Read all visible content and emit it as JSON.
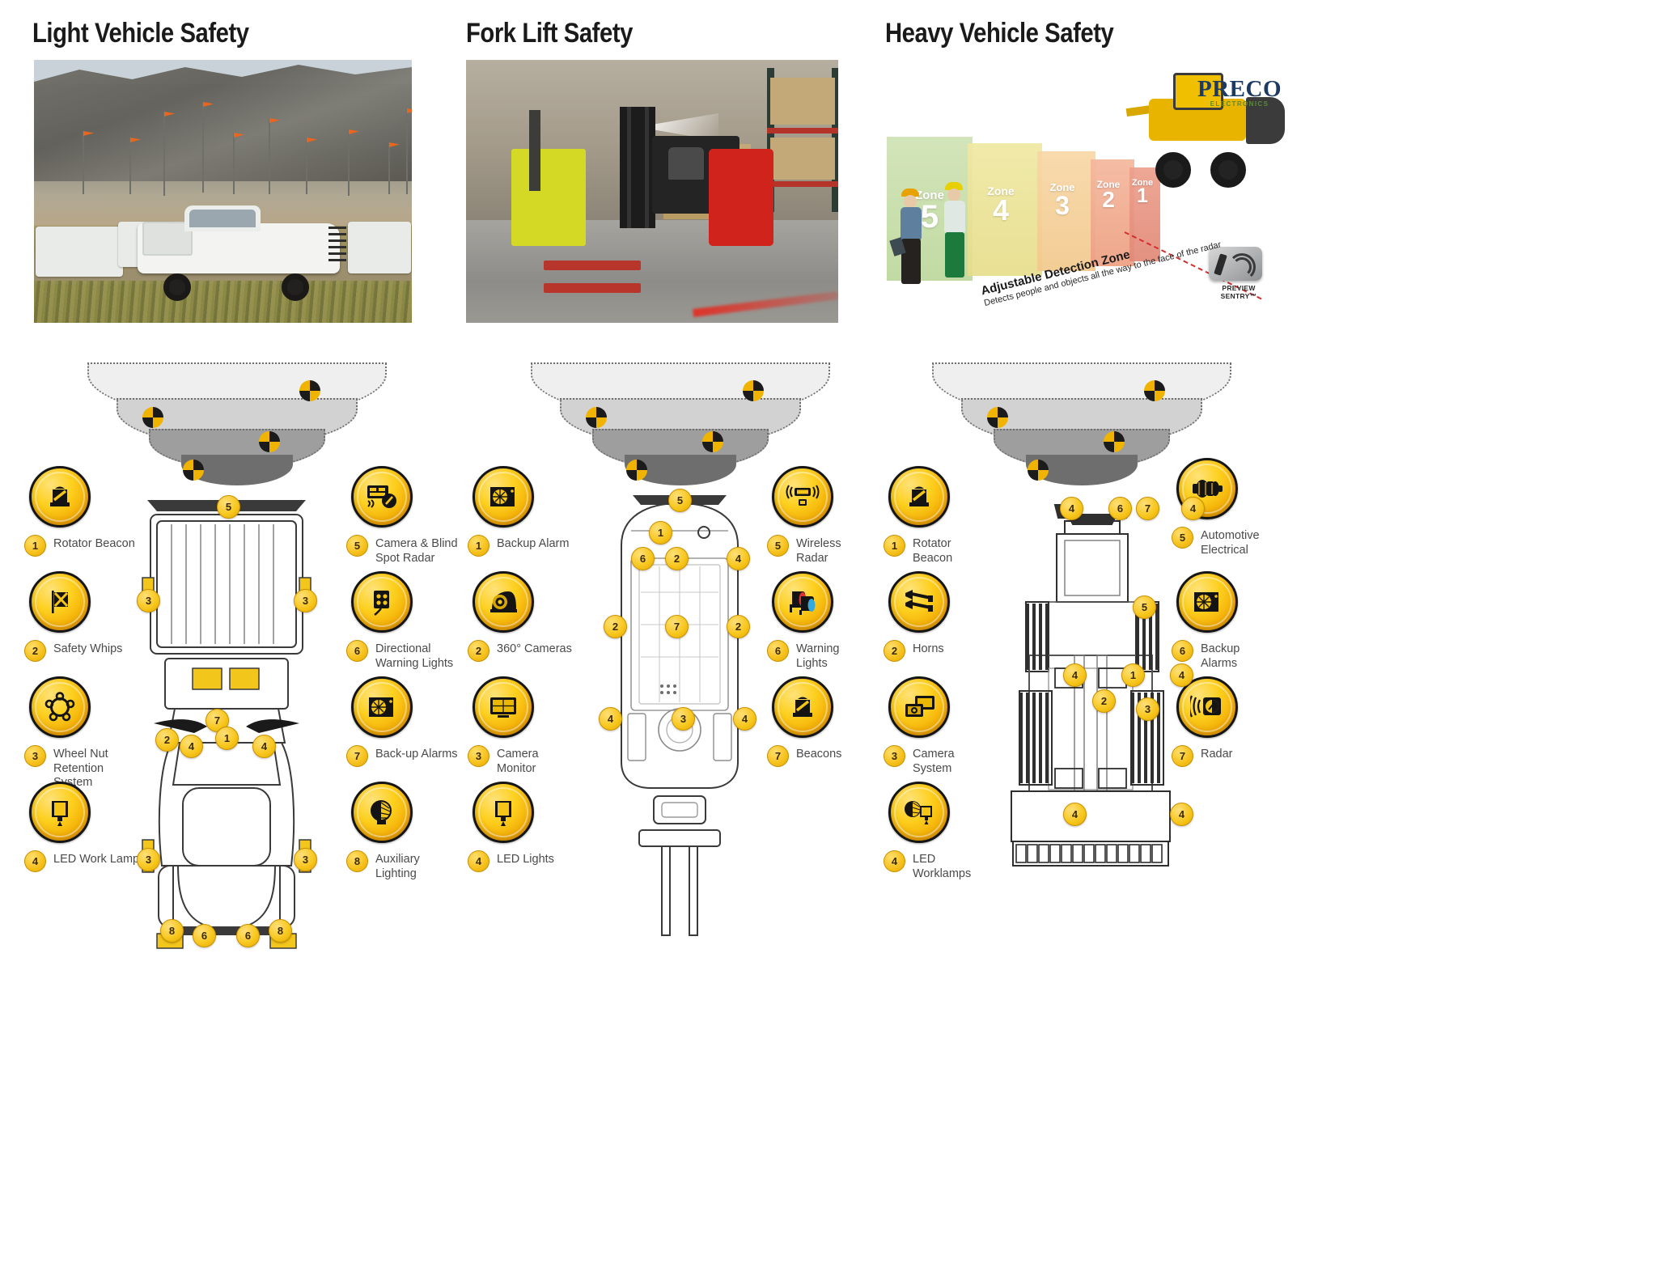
{
  "columns": [
    {
      "id": "light-vehicle",
      "title": "Light Vehicle Safety",
      "photo_alt": "white utility vehicle on mine site with safety flags",
      "left_legend": [
        {
          "num": "1",
          "label": "Rotator Beacon",
          "icon": "beacon-icon"
        },
        {
          "num": "2",
          "label": "Safety Whips",
          "icon": "safety-whip-flag-icon"
        },
        {
          "num": "3",
          "label": "Wheel Nut\nRetention System",
          "icon": "wheel-nut-icon"
        },
        {
          "num": "4",
          "label": "LED Work Lamps",
          "icon": "led-work-lamp-icon"
        }
      ],
      "right_legend": [
        {
          "num": "5",
          "label": "Camera & Blind\nSpot Radar",
          "icon": "camera-radar-icon"
        },
        {
          "num": "6",
          "label": "Directional\nWarning Lights",
          "icon": "directional-warning-light-icon"
        },
        {
          "num": "7",
          "label": "Back-up Alarms",
          "icon": "backup-alarm-icon"
        },
        {
          "num": "8",
          "label": "Auxiliary\nLighting",
          "icon": "auxiliary-lamp-icon"
        }
      ],
      "callouts": [
        "5",
        "3",
        "3",
        "7",
        "2",
        "4",
        "1",
        "4",
        "3",
        "3",
        "8",
        "6",
        "6",
        "8"
      ]
    },
    {
      "id": "fork-lift",
      "title": "Fork Lift Safety",
      "photo_alt": "reach truck forklift in warehouse with red floor laser line",
      "left_legend": [
        {
          "num": "1",
          "label": "Backup Alarm",
          "icon": "backup-alarm-icon"
        },
        {
          "num": "2",
          "label": "360° Cameras",
          "icon": "dome-camera-icon"
        },
        {
          "num": "3",
          "label": "Camera\nMonitor",
          "icon": "monitor-icon"
        },
        {
          "num": "4",
          "label": "LED Lights",
          "icon": "led-work-lamp-icon"
        }
      ],
      "right_legend": [
        {
          "num": "5",
          "label": "Wireless\nRadar",
          "icon": "wireless-radar-icon"
        },
        {
          "num": "6",
          "label": "Warning\nLights",
          "icon": "warning-lights-icon"
        },
        {
          "num": "7",
          "label": "Beacons",
          "icon": "beacon-icon"
        }
      ],
      "callouts": [
        "5",
        "1",
        "6",
        "2",
        "4",
        "2",
        "7",
        "2",
        "4",
        "3",
        "4"
      ]
    },
    {
      "id": "heavy-vehicle",
      "title": "Heavy Vehicle Safety",
      "photo_alt": "Preco Electronics adjustable detection zone diagram with wheel loader",
      "left_legend": [
        {
          "num": "1",
          "label": "Rotator\nBeacon",
          "icon": "beacon-icon"
        },
        {
          "num": "2",
          "label": "Horns",
          "icon": "horns-icon"
        },
        {
          "num": "3",
          "label": "Camera\nSystem",
          "icon": "camera-system-icon"
        },
        {
          "num": "4",
          "label": "LED\nWorklamps",
          "icon": "led-worklamp-icon"
        }
      ],
      "right_legend": [
        {
          "num": "5",
          "label": "Automotive\nElectrical",
          "icon": "alternator-icon"
        },
        {
          "num": "6",
          "label": "Backup\nAlarms",
          "icon": "backup-alarm-icon"
        },
        {
          "num": "7",
          "label": "Radar",
          "icon": "radar-icon"
        }
      ],
      "callouts": [
        "4",
        "6",
        "7",
        "4",
        "5",
        "4",
        "1",
        "4",
        "2",
        "3",
        "4",
        "4"
      ]
    }
  ],
  "preco": {
    "brand": "Preco",
    "brand_sub": "ELECTRONICS",
    "product_name": "PREVIEW SENTRY™",
    "headline": "Adjustable Detection Zone",
    "subline": "Detects people and objects all the way to the face of the radar",
    "zone_word": "Zone",
    "zones": [
      {
        "number": "5",
        "color": "#bfd9a0"
      },
      {
        "number": "4",
        "color": "#e8e08a"
      },
      {
        "number": "3",
        "color": "#f3c98f"
      },
      {
        "number": "2",
        "color": "#eda784"
      },
      {
        "number": "1",
        "color": "#e08b7a"
      }
    ]
  },
  "colors": {
    "accent_yellow": "#f5c518",
    "badge_outline": "#151515",
    "text_gray": "#4a4a4a",
    "title_black": "#1a1a1a"
  }
}
